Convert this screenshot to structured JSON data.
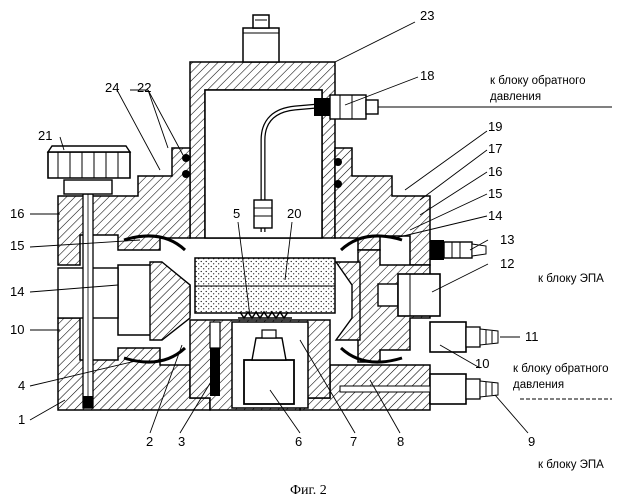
{
  "caption": "Фиг. 2",
  "part_numbers": [
    "1",
    "2",
    "3",
    "4",
    "5",
    "6",
    "7",
    "8",
    "9",
    "10",
    "10",
    "11",
    "12",
    "13",
    "14",
    "14",
    "15",
    "15",
    "16",
    "16",
    "17",
    "18",
    "19",
    "20",
    "21",
    "22",
    "23",
    "24"
  ],
  "annotations": {
    "back_pressure_top_line1": "к блоку обратного",
    "back_pressure_top_line2": "давления",
    "epa_middle": "к блоку ЭПА",
    "back_pressure_bottom_line1": "к блоку обратного",
    "back_pressure_bottom_line2": "давления",
    "epa_bottom": "к блоку ЭПА"
  },
  "colors": {
    "ink": "#000000",
    "paper": "#ffffff"
  }
}
